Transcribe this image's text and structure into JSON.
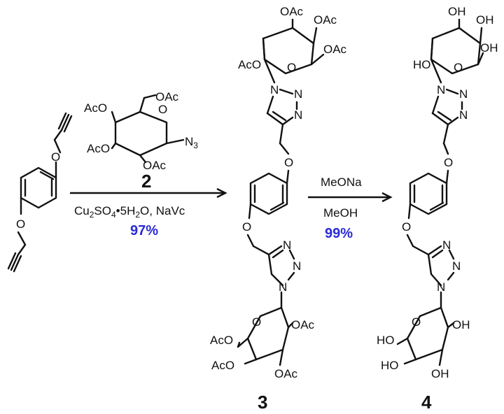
{
  "compounds": {
    "c2": "2",
    "c3": "3",
    "c4": "4"
  },
  "labels": {
    "oac": "OAc",
    "aco": "AcO",
    "oh": "OH",
    "ho": "HO",
    "o": "O",
    "n": "N",
    "n3": "N",
    "n3_sub": "3"
  },
  "step1": {
    "conditions_pre": "Cu",
    "sub1": "2",
    "mid1": "SO",
    "sub2": "4",
    "mid2": "•5H",
    "sub3": "2",
    "tail": "O, NaVc",
    "yield": "97%"
  },
  "step2": {
    "reagent": "MeONa",
    "solvent": "MeOH",
    "yield": "99%"
  },
  "colors": {
    "ink": "#111111",
    "yield": "#2a2ad8"
  }
}
